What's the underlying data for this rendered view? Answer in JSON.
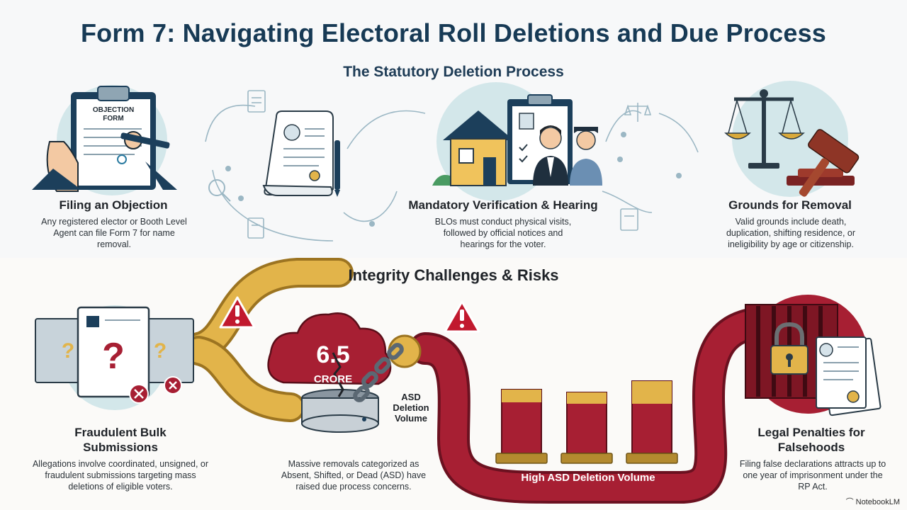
{
  "title": "Form 7: Navigating Electoral Roll Deletions and Due Process",
  "sections": {
    "statutory": "The Statutory Deletion Process",
    "integrity": "Integrity Challenges & Risks"
  },
  "top_cards": [
    {
      "title": "Filing an Objection",
      "desc": "Any registered elector or Booth Level Agent can file Form 7 for name removal.",
      "doc_label_1": "OBJECTION",
      "doc_label_2": "FORM"
    },
    {
      "title": "Mandatory Verification & Hearing",
      "desc": "BLOs must conduct physical visits, followed by official notices and hearings for the voter."
    },
    {
      "title": "Grounds for Removal",
      "desc": "Valid grounds include death, duplication, shifting residence, or ineligibility by age or citizenship."
    }
  ],
  "bottom_cards": [
    {
      "title": "Fraudulent Bulk Submissions",
      "desc": "Allegations involve coordinated, unsigned, or fraudulent submissions targeting mass deletions of eligible voters."
    },
    {
      "title": "Massive removals",
      "desc": "Massive removals categorized as Absent, Shifted, or Dead (ASD) have raised due process concerns."
    },
    {
      "title": "Legal Penalties for Falsehoods",
      "desc": "Filing false declarations attracts up to one year of imprisonment under the RP Act."
    }
  ],
  "cloud": {
    "number": "6.5",
    "unit": "CRORE"
  },
  "asd_label": "ASD Deletion Volume",
  "pipe_label": "High ASD Deletion Volume",
  "watermark": "NotebookLM",
  "colors": {
    "navy": "#173a55",
    "crimson": "#9e1b2c",
    "gold": "#d9a93a",
    "teal_bg": "#d3e7ea"
  },
  "icons": [
    "clipboard-icon",
    "pen-icon",
    "scroll-icon",
    "magnifier-icon",
    "house-icon",
    "officer-icon",
    "scales-icon",
    "gavel-icon",
    "warning-icon",
    "question-doc-icon",
    "cloud-icon",
    "chain-icon",
    "lock-icon",
    "jail-icon"
  ]
}
